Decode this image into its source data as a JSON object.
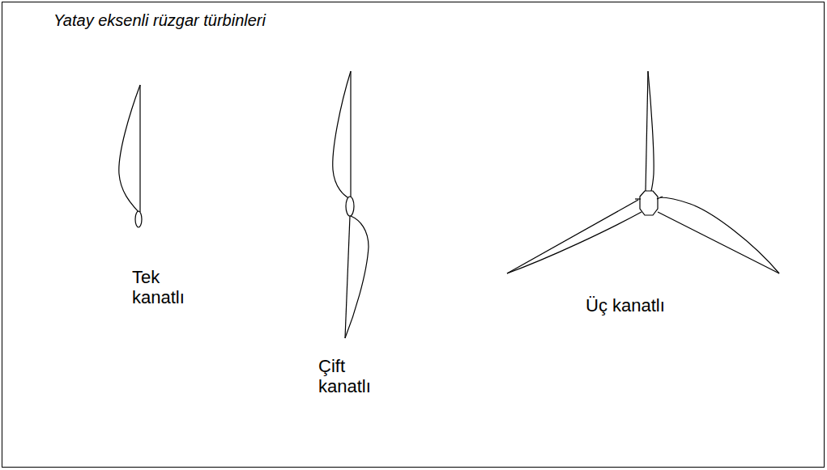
{
  "diagram": {
    "title": "Yatay eksenli rüzgar türbinleri",
    "labels": [
      "Tek kanatlı",
      "Çift kanatlı",
      "Üç kanatlı"
    ]
  }
}
